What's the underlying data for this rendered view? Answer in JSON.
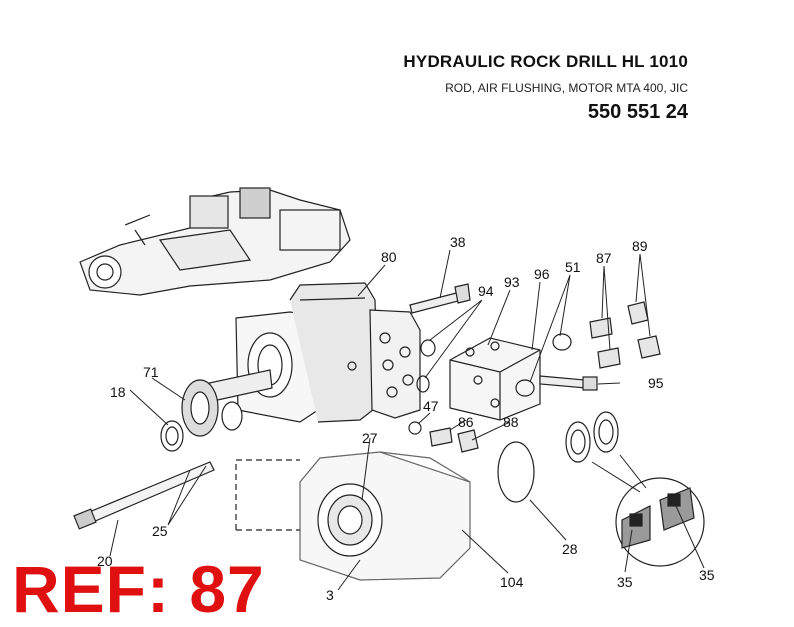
{
  "title": "HYDRAULIC ROCK DRILL HL 1010",
  "subtitle": "ROD, AIR FLUSHING, MOTOR MTA 400, JIC",
  "part_number": "550 551 24",
  "ref_label": "REF: 87",
  "callouts": [
    "80",
    "38",
    "94",
    "93",
    "96",
    "51",
    "87",
    "89",
    "95",
    "71",
    "18",
    "47",
    "86",
    "88",
    "27",
    "25",
    "20",
    "28",
    "104",
    "3",
    "35",
    "35"
  ],
  "colors": {
    "ref": "#e01010",
    "line": "#222222",
    "shade": "#9a9a9a"
  }
}
